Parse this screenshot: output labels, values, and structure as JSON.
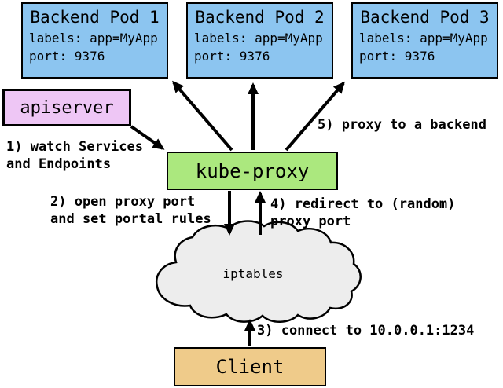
{
  "pods": [
    {
      "title": "Backend Pod 1",
      "line1": "labels: app=MyApp",
      "line2": "port: 9376"
    },
    {
      "title": "Backend Pod 2",
      "line1": "labels: app=MyApp",
      "line2": "port: 9376"
    },
    {
      "title": "Backend Pod 3",
      "line1": "labels: app=MyApp",
      "line2": "port: 9376"
    }
  ],
  "apiserver_label": "apiserver",
  "kube_proxy_label": "kube-proxy",
  "iptables_label": "iptables",
  "client_label": "Client",
  "steps": {
    "step1": "1) watch Services\nand Endpoints",
    "step2": "2) open proxy port\nand set portal rules",
    "step3": "3) connect to 10.0.0.1:1234",
    "step4": "4) redirect to (random)\nproxy port",
    "step5": "5) proxy to a backend"
  },
  "colors": {
    "pod_fill": "#8cc5f0",
    "apiserver_fill": "#eec6f5",
    "kube_proxy_fill": "#abe87e",
    "iptables_fill": "#ededed",
    "client_fill": "#efcb8a",
    "arrow": "#000000"
  }
}
